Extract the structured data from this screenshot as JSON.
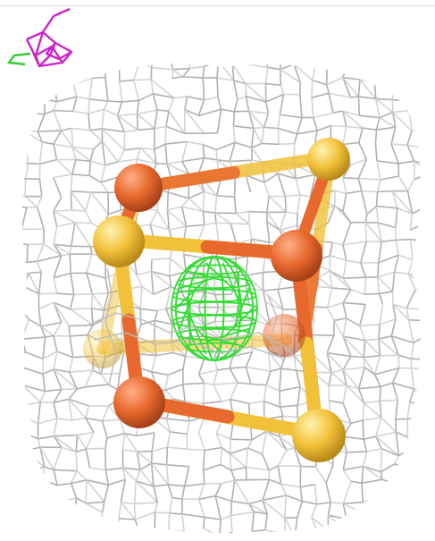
{
  "scene": {
    "background": "#ffffff",
    "colors": {
      "mesh": "#a8a8a8",
      "mesh_light": "#c9c9c9",
      "iron": "#e8692e",
      "sulfur": "#f2c13a",
      "density_green": "#33dd33",
      "ligand_magenta": "#cc22cc",
      "ligand_green": "#33cc33"
    },
    "elements": {
      "mesh": "electron-density-mesh",
      "cluster": "iron-sulfur-cubane",
      "inner_density": "green-difference-density",
      "ligand": "magenta-ligand-fragment"
    }
  }
}
